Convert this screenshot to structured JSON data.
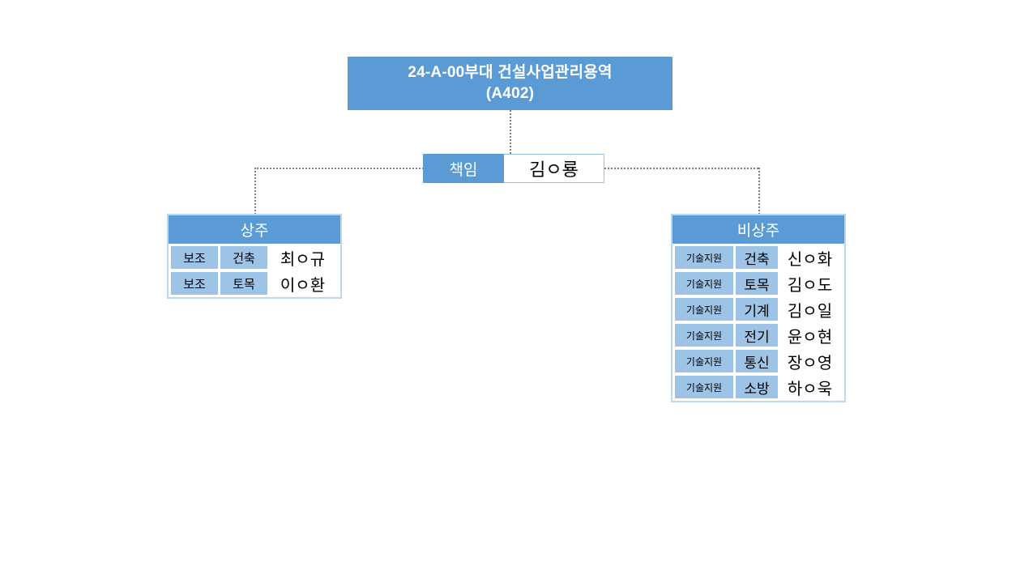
{
  "root": {
    "line1": "24-A-00부대 건설사업관리용역",
    "line2": "(A402)"
  },
  "lead": {
    "role": "책임",
    "name": "김ㅇ룡"
  },
  "groups": [
    {
      "id": "resident",
      "header": "상주",
      "members": [
        {
          "role": "보조",
          "discipline": "건축",
          "name": "최ㅇ규"
        },
        {
          "role": "보조",
          "discipline": "토목",
          "name": "이ㅇ환"
        }
      ]
    },
    {
      "id": "non-resident",
      "header": "비상주",
      "members": [
        {
          "role": "기술지원",
          "discipline": "건축",
          "name": "신ㅇ화"
        },
        {
          "role": "기술지원",
          "discipline": "토목",
          "name": "김ㅇ도"
        },
        {
          "role": "기술지원",
          "discipline": "기계",
          "name": "김ㅇ일"
        },
        {
          "role": "기술지원",
          "discipline": "전기",
          "name": "윤ㅇ현"
        },
        {
          "role": "기술지원",
          "discipline": "통신",
          "name": "장ㅇ영"
        },
        {
          "role": "기술지원",
          "discipline": "소방",
          "name": "하ㅇ욱"
        }
      ]
    }
  ],
  "colors": {
    "header_blue": "#5B9BD5",
    "cell_blue": "#9DC3E6",
    "panel_border": "#BDD7EE",
    "connector": "#7f7f7f",
    "background": "#ffffff",
    "text_dark": "#000000",
    "text_light": "#ffffff"
  }
}
